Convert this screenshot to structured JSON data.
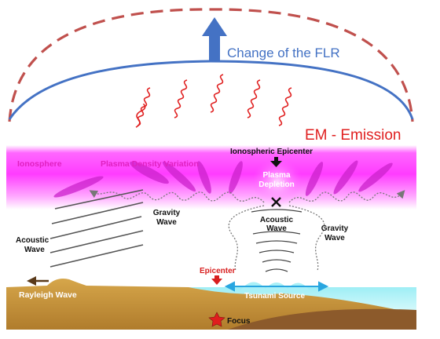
{
  "labels": {
    "flr_change": "Change of the FLR",
    "em_emission": "EM - Emission",
    "ionosphere": "Ionosphere",
    "plasma_density_variation": "Plasma Density Variation",
    "ionospheric_epicenter": "Ionospheric Epicenter",
    "plasma_depletion_line1": "Plasma",
    "plasma_depletion_line2": "Depletion",
    "gravity_wave_left_line1": "Gravity",
    "gravity_wave_left_line2": "Wave",
    "gravity_wave_right_line1": "Gravity",
    "gravity_wave_right_line2": "Wave",
    "acoustic_wave_center_line1": "Acoustic",
    "acoustic_wave_center_line2": "Wave",
    "acoustic_wave_left_line1": "Acoustic",
    "acoustic_wave_left_line2": "Wave",
    "epicenter": "Epicenter",
    "rayleigh_wave": "Rayleigh Wave",
    "tsunami_source": "Tsunami Source",
    "focus": "Focus"
  },
  "colors": {
    "flr_arc": "#4472c4",
    "dashed_arc": "#c0504d",
    "up_arrow": "#4472c4",
    "flr_text": "#4472c4",
    "em_waves": "#e02020",
    "em_text": "#e02020",
    "ionosphere": "#ff33ff",
    "ionosphere_text": "#e020c0",
    "plasma_streak": "#cc22cc",
    "ground": "#c9963b",
    "ground_dark": "#8c5a2b",
    "ocean": "#bff3f7",
    "epicenter_text": "#d81e1e",
    "wave_lines": "#555555"
  }
}
